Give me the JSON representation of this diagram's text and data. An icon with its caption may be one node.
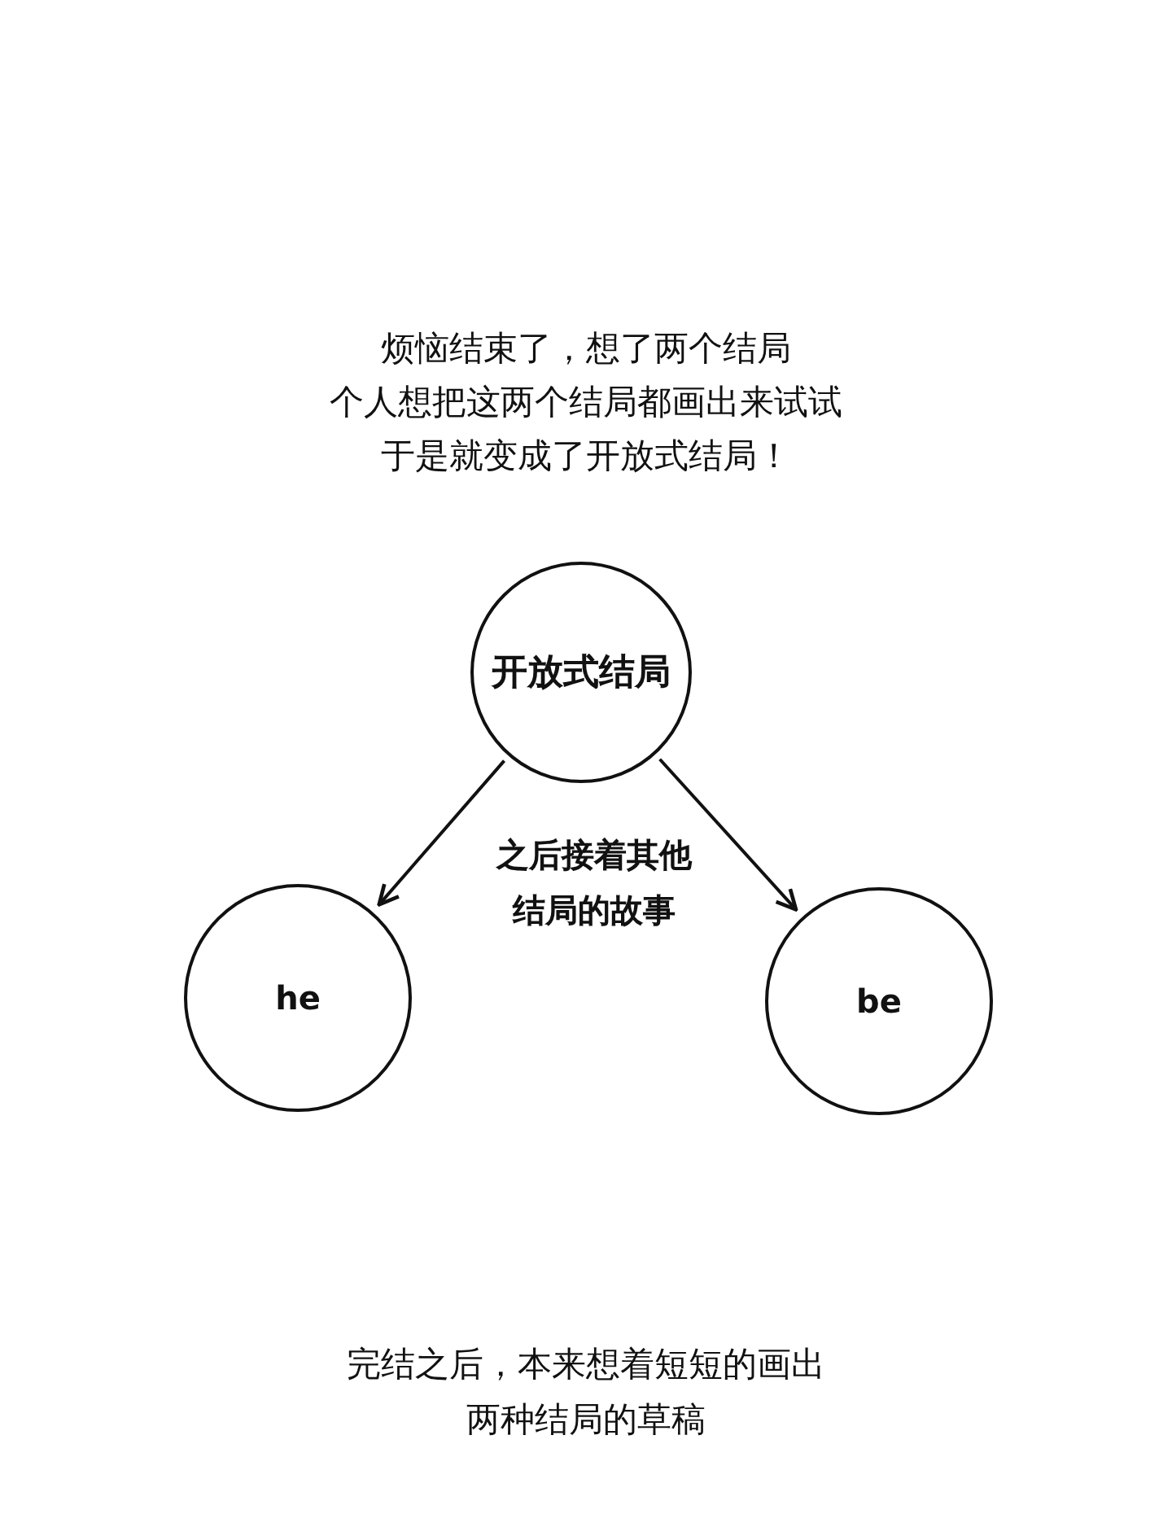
{
  "diagram": {
    "nodes": [
      {
        "text": [
          "开放式结局"
        ]
      },
      {
        "text": [
          "he"
        ]
      },
      {
        "text": [
          "be"
        ]
      }
    ],
    "edges": [
      {
        "from": 0,
        "to": 1,
        "arrow": "to"
      },
      {
        "from": 0,
        "to": 2,
        "arrow": "to"
      }
    ],
    "labels": [
      "烦恼结束了，想了两个结局",
      "个人想把这两个结局都画出来试试",
      "于是就变成了开放式结局！",
      "之后接着其他",
      "结局的故事",
      "完结之后，本来想着短短的画出",
      "两种结局的草稿"
    ]
  }
}
